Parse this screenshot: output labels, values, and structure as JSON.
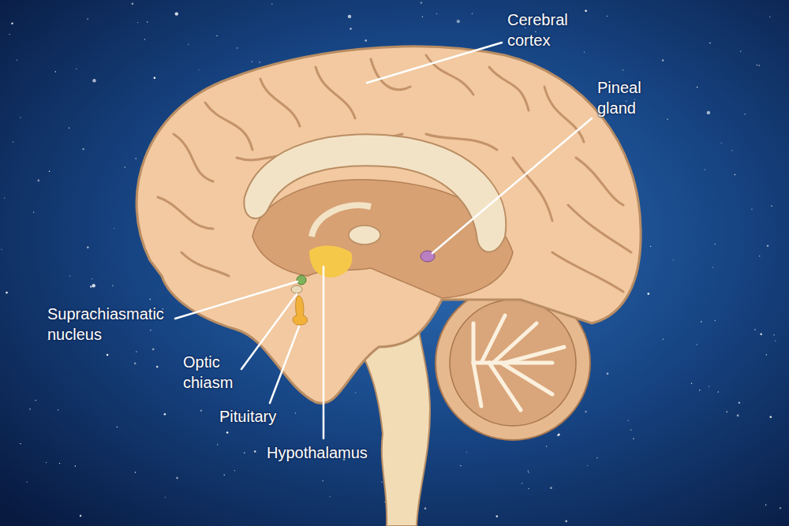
{
  "diagram": {
    "labels": [
      "Cerebral cortex",
      "Pineal gland",
      "Suprachiasmatic nucleus",
      "Optic chiasm",
      "Pituitary",
      "Hypothalamus"
    ]
  }
}
